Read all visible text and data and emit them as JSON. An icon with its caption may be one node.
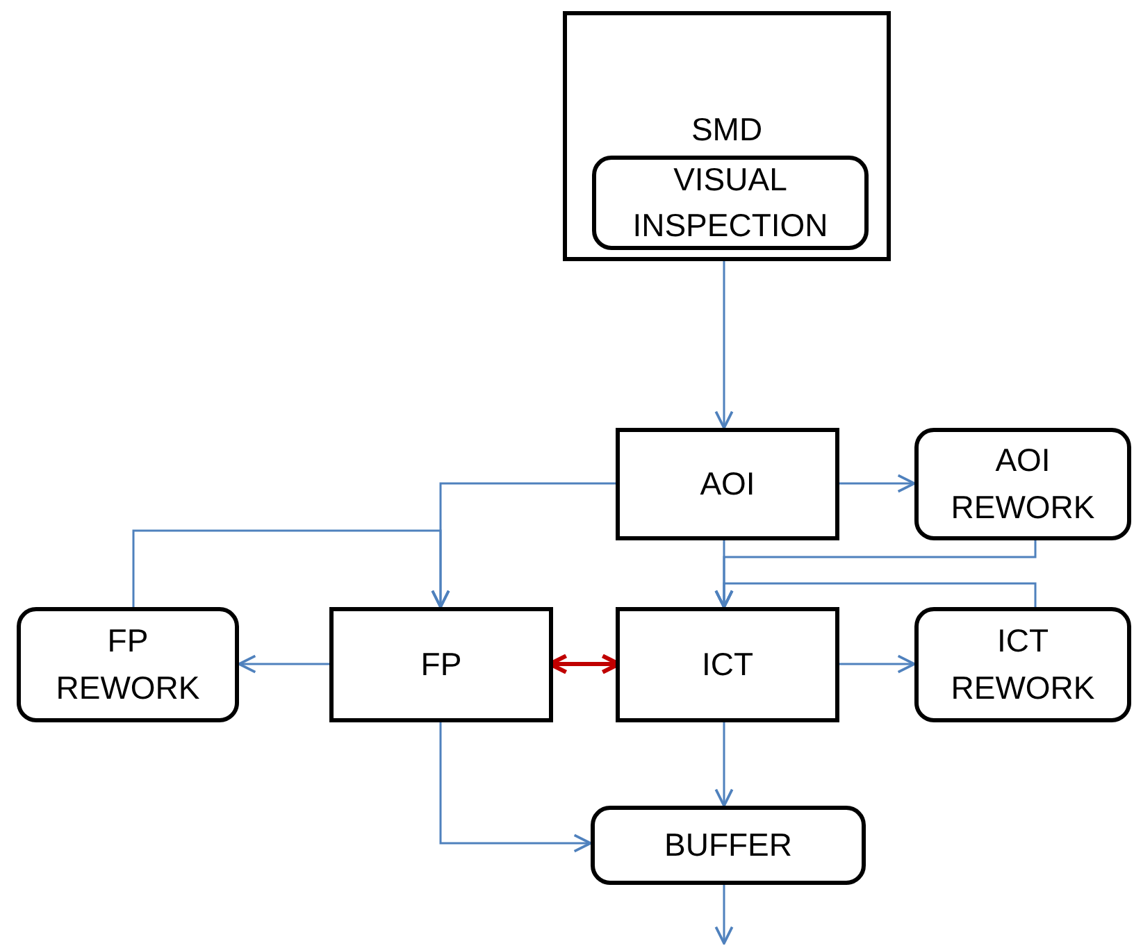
{
  "diagram": {
    "nodes": [
      {
        "text": [
          "SMD"
        ]
      },
      {
        "text": [
          "VISUAL INSPECTION"
        ],
        "in": 0
      },
      {
        "text": [
          "AOI"
        ]
      },
      {
        "text": [
          "AOI REWORK"
        ]
      },
      {
        "text": [
          "FP REWORK"
        ]
      },
      {
        "text": [
          "FP"
        ]
      },
      {
        "text": [
          "ICT"
        ]
      },
      {
        "text": [
          "ICT REWORK"
        ]
      },
      {
        "text": [
          "BUFFER"
        ]
      }
    ],
    "edges": [
      {
        "from": 0,
        "to": 2,
        "arrow": "to"
      },
      {
        "from": 2,
        "to": 3,
        "arrow": "to"
      },
      {
        "from": 2,
        "to": 5,
        "arrow": "to"
      },
      {
        "from": 3,
        "to": 6,
        "arrow": "to"
      },
      {
        "from": 2,
        "to": 6,
        "arrow": "to"
      },
      {
        "from": 7,
        "to": 6,
        "arrow": "to"
      },
      {
        "from": 4,
        "to": 5,
        "arrow": "to"
      },
      {
        "from": 5,
        "to": 4,
        "arrow": "to"
      },
      {
        "from": 5,
        "to": 6,
        "arrow": "both",
        "style": "thick",
        "color": "#c00000"
      },
      {
        "from": 6,
        "to": 7,
        "arrow": "to"
      },
      {
        "from": 6,
        "to": 8,
        "arrow": "to"
      },
      {
        "from": 5,
        "to": 8,
        "arrow": "to"
      },
      {
        "from": 8,
        "to": null,
        "arrow": "to"
      }
    ]
  }
}
